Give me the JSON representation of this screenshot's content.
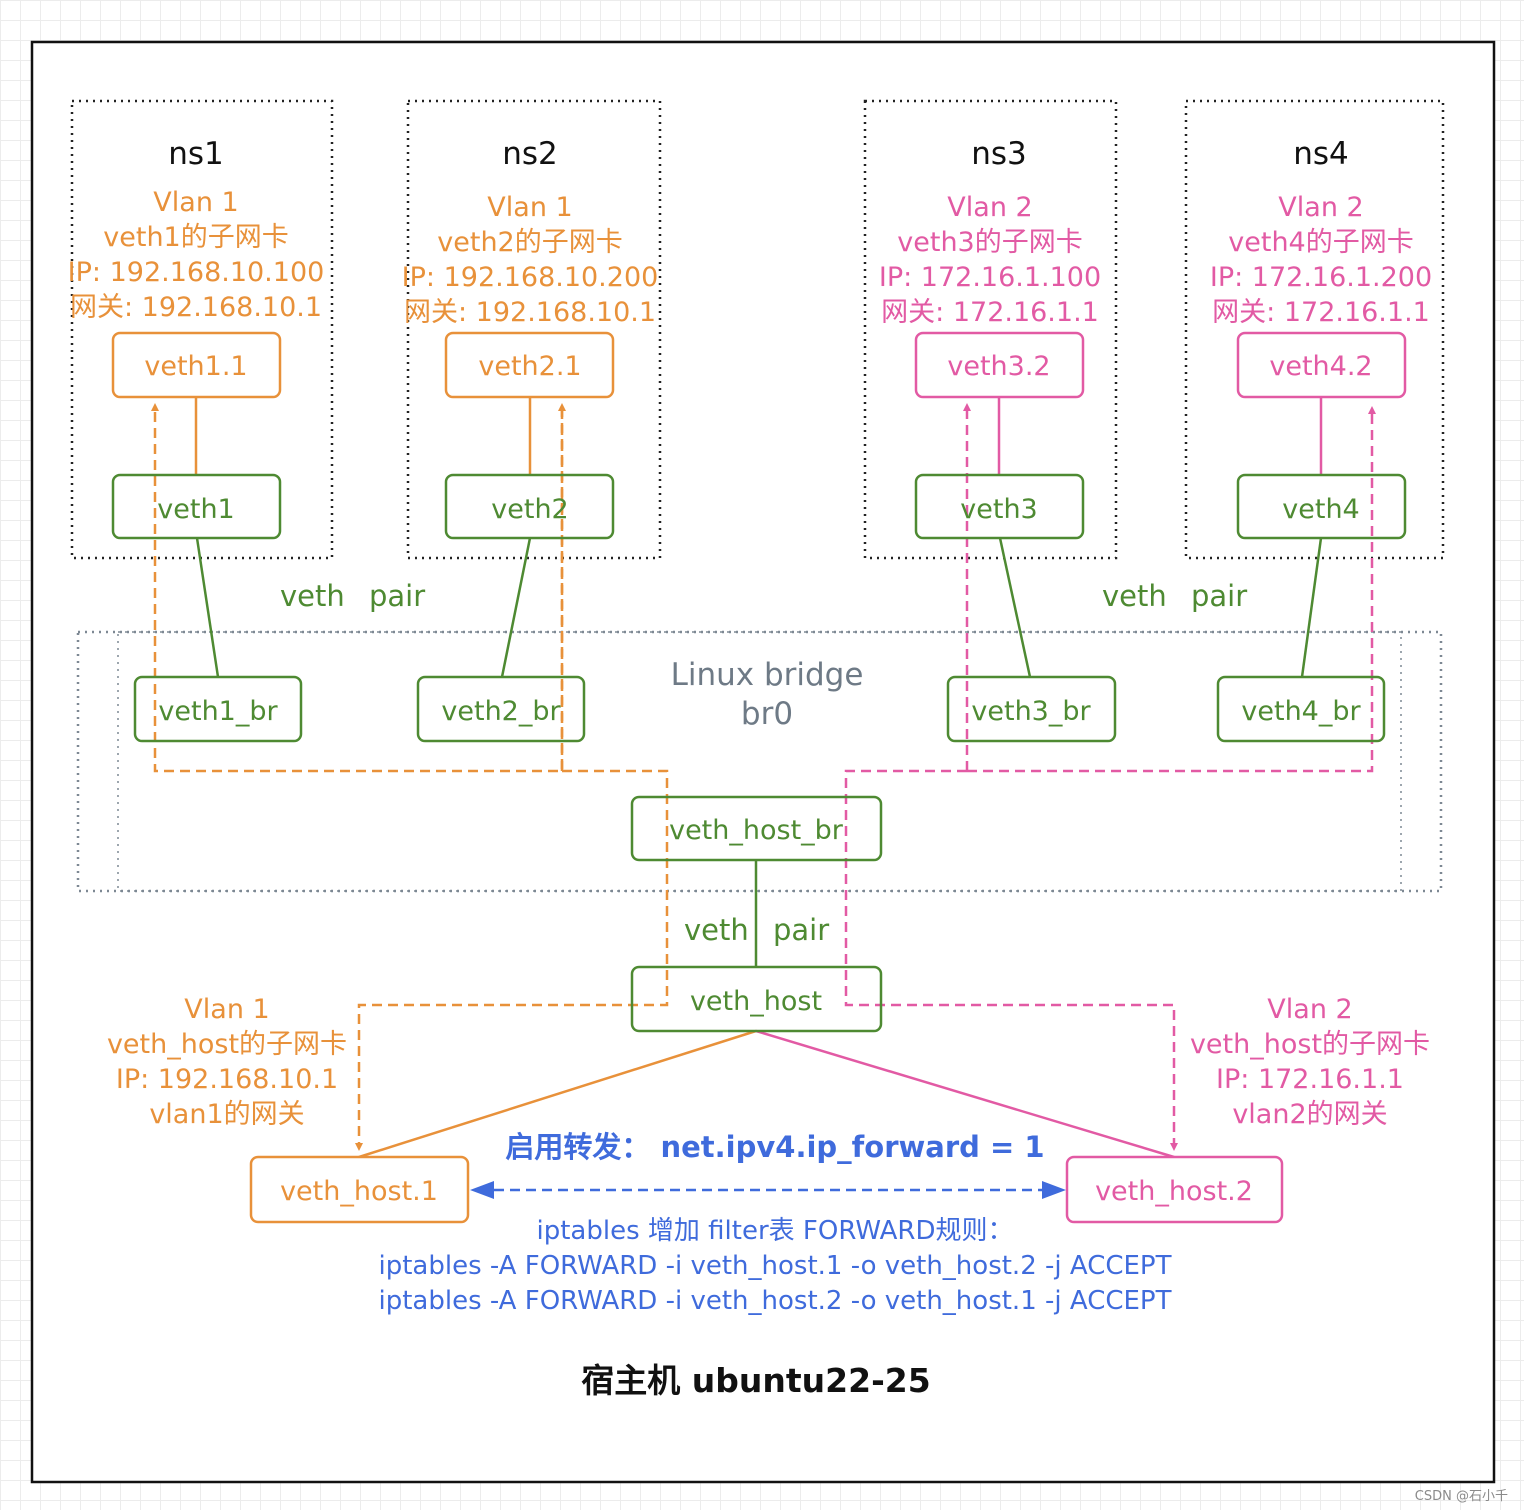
{
  "namespaces": [
    {
      "name": "ns1",
      "vlan": "Vlan 1",
      "subif_desc": "veth1的子网卡",
      "ip": "IP: 192.168.10.100",
      "gateway": "网关: 192.168.10.1",
      "subif": "veth1.1",
      "veth": "veth1"
    },
    {
      "name": "ns2",
      "vlan": "Vlan 1",
      "subif_desc": "veth2的子网卡",
      "ip": "IP: 192.168.10.200",
      "gateway": "网关: 192.168.10.1",
      "subif": "veth2.1",
      "veth": "veth2"
    },
    {
      "name": "ns3",
      "vlan": "Vlan 2",
      "subif_desc": "veth3的子网卡",
      "ip": "IP: 172.16.1.100",
      "gateway": "网关: 172.16.1.1",
      "subif": "veth3.2",
      "veth": "veth3"
    },
    {
      "name": "ns4",
      "vlan": "Vlan 2",
      "subif_desc": "veth4的子网卡",
      "ip": "IP: 172.16.1.200",
      "gateway": "网关: 172.16.1.1",
      "subif": "veth4.2",
      "veth": "veth4"
    }
  ],
  "pair_labels": {
    "left_a": "veth",
    "left_b": "pair",
    "right_a": "veth",
    "right_b": "pair",
    "center_a": "veth",
    "center_b": "pair"
  },
  "bridge": {
    "title": "Linux bridge",
    "name": "br0",
    "ports": [
      "veth1_br",
      "veth2_br",
      "veth3_br",
      "veth4_br"
    ],
    "host_port": "veth_host_br"
  },
  "host": {
    "veth": "veth_host",
    "sub1": {
      "label": "veth_host.1",
      "vlan": "Vlan 1",
      "desc": "veth_host的子网卡",
      "ip": "IP: 192.168.10.1",
      "role": "vlan1的网关"
    },
    "sub2": {
      "label": "veth_host.2",
      "vlan": "Vlan 2",
      "desc": "veth_host的子网卡",
      "ip": "IP: 172.16.1.1",
      "role": "vlan2的网关"
    },
    "forward": "启用转发： net.ipv4.ip_forward = 1",
    "iptables_title": "iptables 增加 filter表 FORWARD规则：",
    "iptables_rule1": "iptables -A FORWARD -i veth_host.1 -o veth_host.2 -j ACCEPT",
    "iptables_rule2": "iptables -A FORWARD -i veth_host.2 -o veth_host.1 -j ACCEPT",
    "title": "宿主机 ubuntu22-25"
  },
  "watermark": "CSDN @石小千",
  "colors": {
    "vlan1": "#e8913a",
    "vlan2": "#e25aa4",
    "veth": "#4e8a32",
    "bridge": "#6e7a86",
    "forward": "#3f6bdc"
  }
}
